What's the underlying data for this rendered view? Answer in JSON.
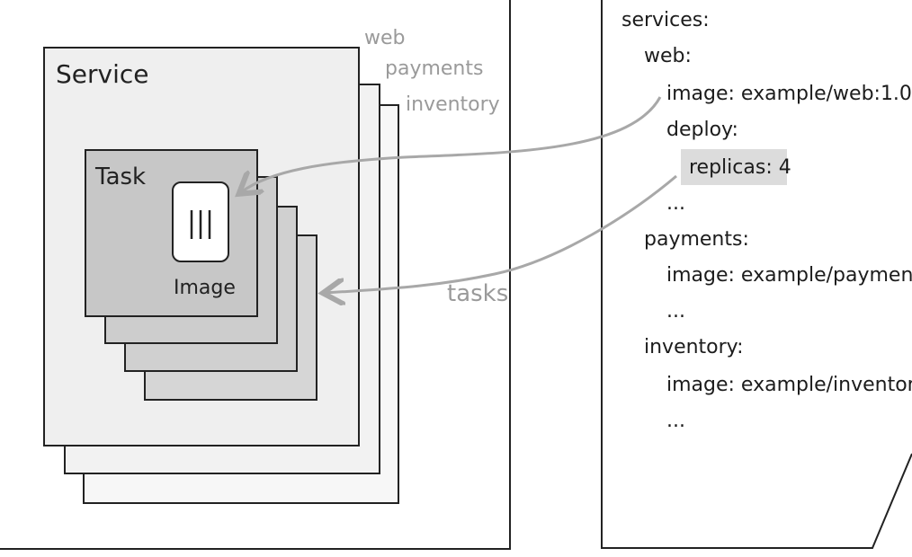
{
  "diagram": {
    "service_title": "Service",
    "task_title": "Task",
    "image_label": "Image",
    "stack_labels": [
      "web",
      "payments",
      "inventory"
    ],
    "tasks_label": "tasks"
  },
  "compose": {
    "lines": [
      "services:",
      "web:",
      "image: example/web:1.0",
      "deploy:",
      "replicas: 4",
      "...",
      "payments:",
      "image: example/payments",
      "...",
      "inventory:",
      "image: example/inventory",
      "..."
    ]
  },
  "colors": {
    "arrow": "#a8a8a8",
    "highlight": "#dcdcdc",
    "stack_label": "#9a9a9a"
  },
  "icons": {
    "image_icon": "container-image-icon",
    "arrow_to_image": "arrow-icon",
    "arrow_to_tasks": "arrow-icon"
  }
}
